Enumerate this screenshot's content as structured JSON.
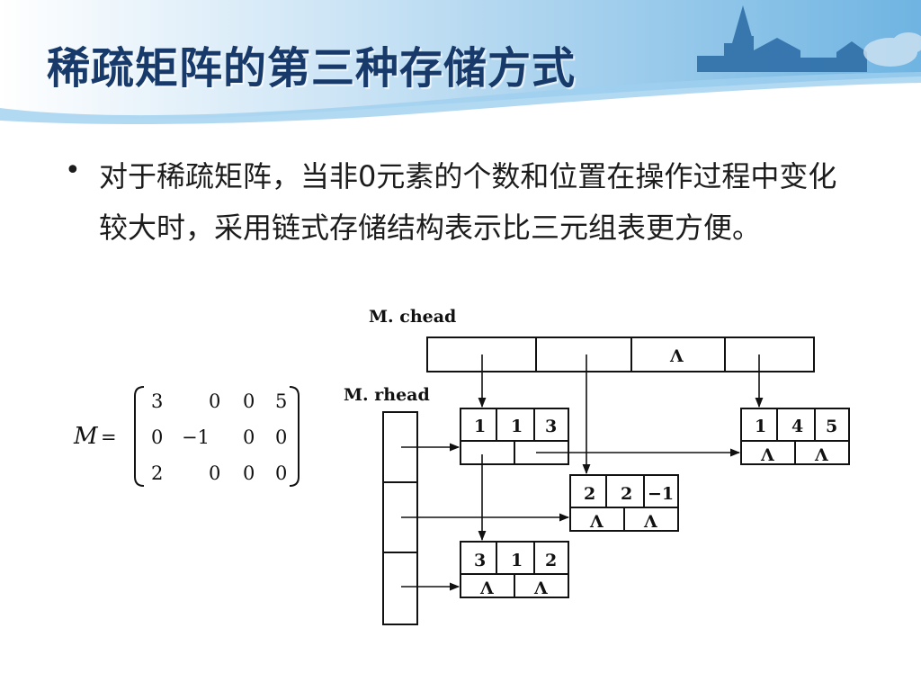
{
  "slide": {
    "title": "稀疏矩阵的第三种存储方式",
    "bullet_text": "对于稀疏矩阵，当非0元素的个数和位置在操作过程中变化较大时，采用链式存储结构表示比三元组表更方便。"
  },
  "diagram": {
    "chead_label": "M. chead",
    "rhead_label": "M. rhead",
    "null_symbol": "Λ",
    "matrix": {
      "name": "M",
      "equals": "=",
      "rows": [
        [
          "3",
          "0",
          "0",
          "5"
        ],
        [
          "0",
          "−1",
          "0",
          "0"
        ],
        [
          "2",
          "0",
          "0",
          "0"
        ]
      ]
    },
    "nodes": [
      {
        "row": "1",
        "col": "1",
        "val": "3"
      },
      {
        "row": "1",
        "col": "4",
        "val": "5"
      },
      {
        "row": "2",
        "col": "2",
        "val": "−1"
      },
      {
        "row": "3",
        "col": "1",
        "val": "2"
      }
    ]
  },
  "colors": {
    "title": "#173a6a",
    "header_blue": "#6fb4e2",
    "skyline": "#2f6fa8"
  }
}
